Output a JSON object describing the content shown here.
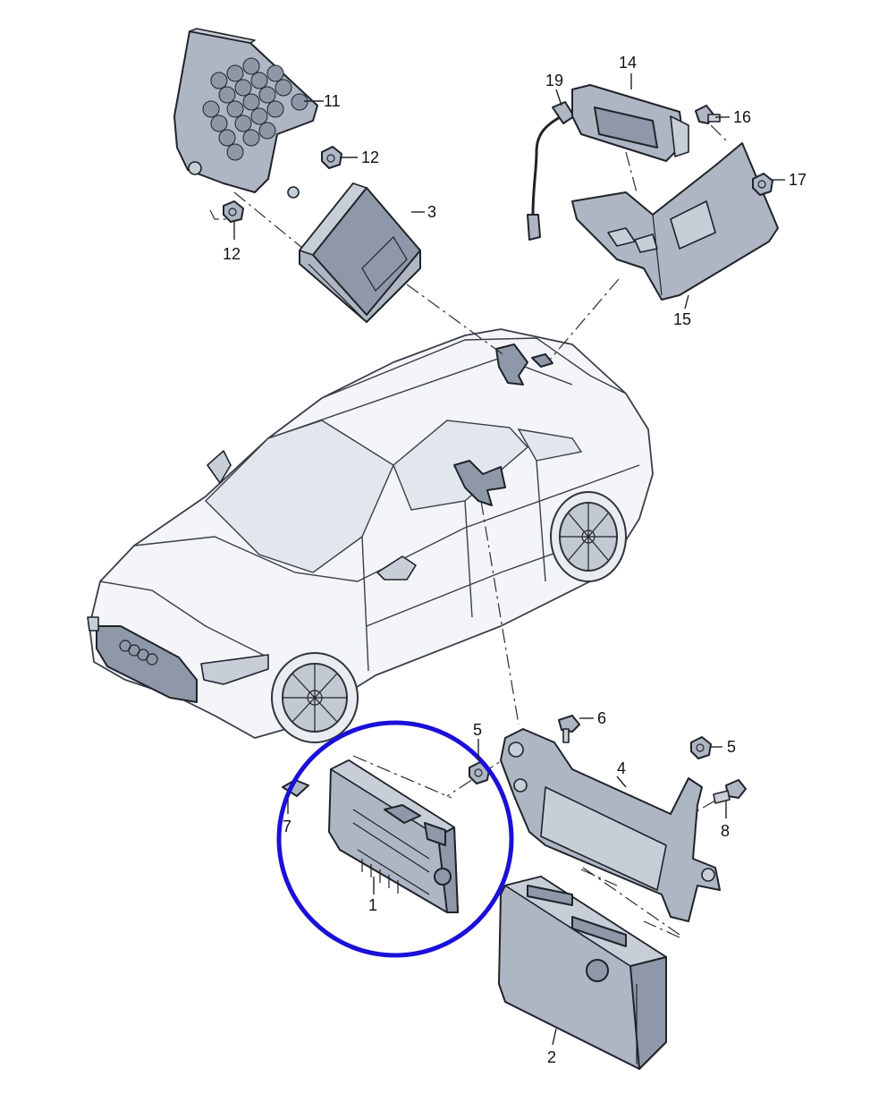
{
  "diagram": {
    "part_labels": {
      "p1": "1",
      "p2": "2",
      "p3": "3",
      "p4": "4",
      "p5a": "5",
      "p5b": "5",
      "p6": "6",
      "p7": "7",
      "p8": "8",
      "p11": "11",
      "p12a": "12",
      "p12b": "12",
      "p14": "14",
      "p15": "15",
      "p16": "16",
      "p17": "17",
      "p19": "19"
    },
    "colors": {
      "highlight_circle": "#1a10d8",
      "part_fill": "#aeb6c4",
      "outline": "#1f2329"
    }
  }
}
